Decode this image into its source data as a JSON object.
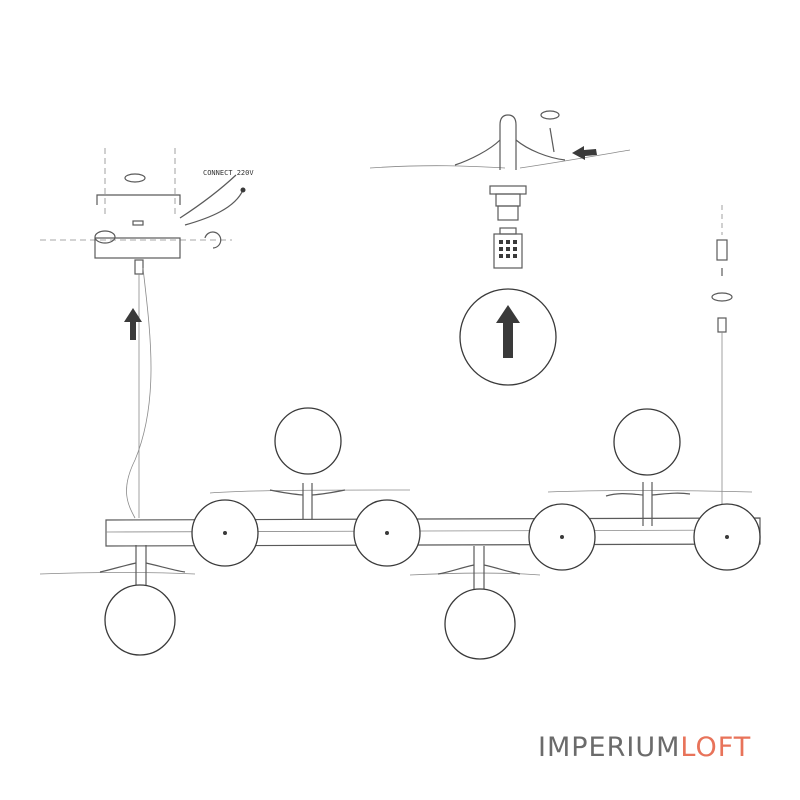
{
  "canopy_label": "CONNECT 220V",
  "brand": {
    "part1": "IMPERIUM",
    "part2": "LOFT",
    "color_part1": "#6b6b6b",
    "color_part2": "#e8735a"
  }
}
